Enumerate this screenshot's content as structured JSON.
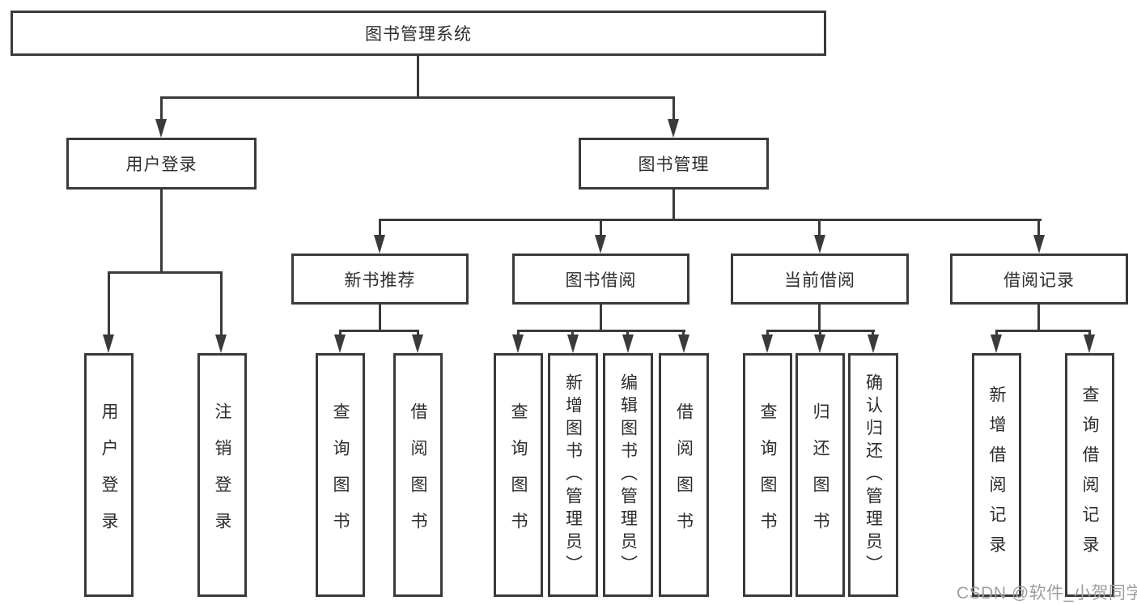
{
  "colors": {
    "line": "#3a3a3a",
    "text": "#2d2d2d",
    "watermark": "#9f9f9f",
    "background": "#ffffff"
  },
  "watermark": {
    "text": "CSDN @软件_小贺同学"
  },
  "tree": {
    "root": {
      "label": "图书管理系统"
    },
    "branches": [
      {
        "label": "用户登录",
        "children": [
          {
            "label": "用户登录"
          },
          {
            "label": "注销登录"
          }
        ]
      },
      {
        "label": "图书管理",
        "children": [
          {
            "label": "新书推荐",
            "children": [
              {
                "label": "查询图书"
              },
              {
                "label": "借阅图书"
              }
            ]
          },
          {
            "label": "图书借阅",
            "children": [
              {
                "label": "查询图书"
              },
              {
                "label": "新增图书（管理员）"
              },
              {
                "label": "编辑图书（管理员）"
              },
              {
                "label": "借阅图书"
              }
            ]
          },
          {
            "label": "当前借阅",
            "children": [
              {
                "label": "查询图书"
              },
              {
                "label": "归还图书"
              },
              {
                "label": "确认归还（管理员）"
              }
            ]
          },
          {
            "label": "借阅记录",
            "children": [
              {
                "label": "新增借阅记录"
              },
              {
                "label": "查询借阅记录"
              }
            ]
          }
        ]
      }
    ]
  }
}
